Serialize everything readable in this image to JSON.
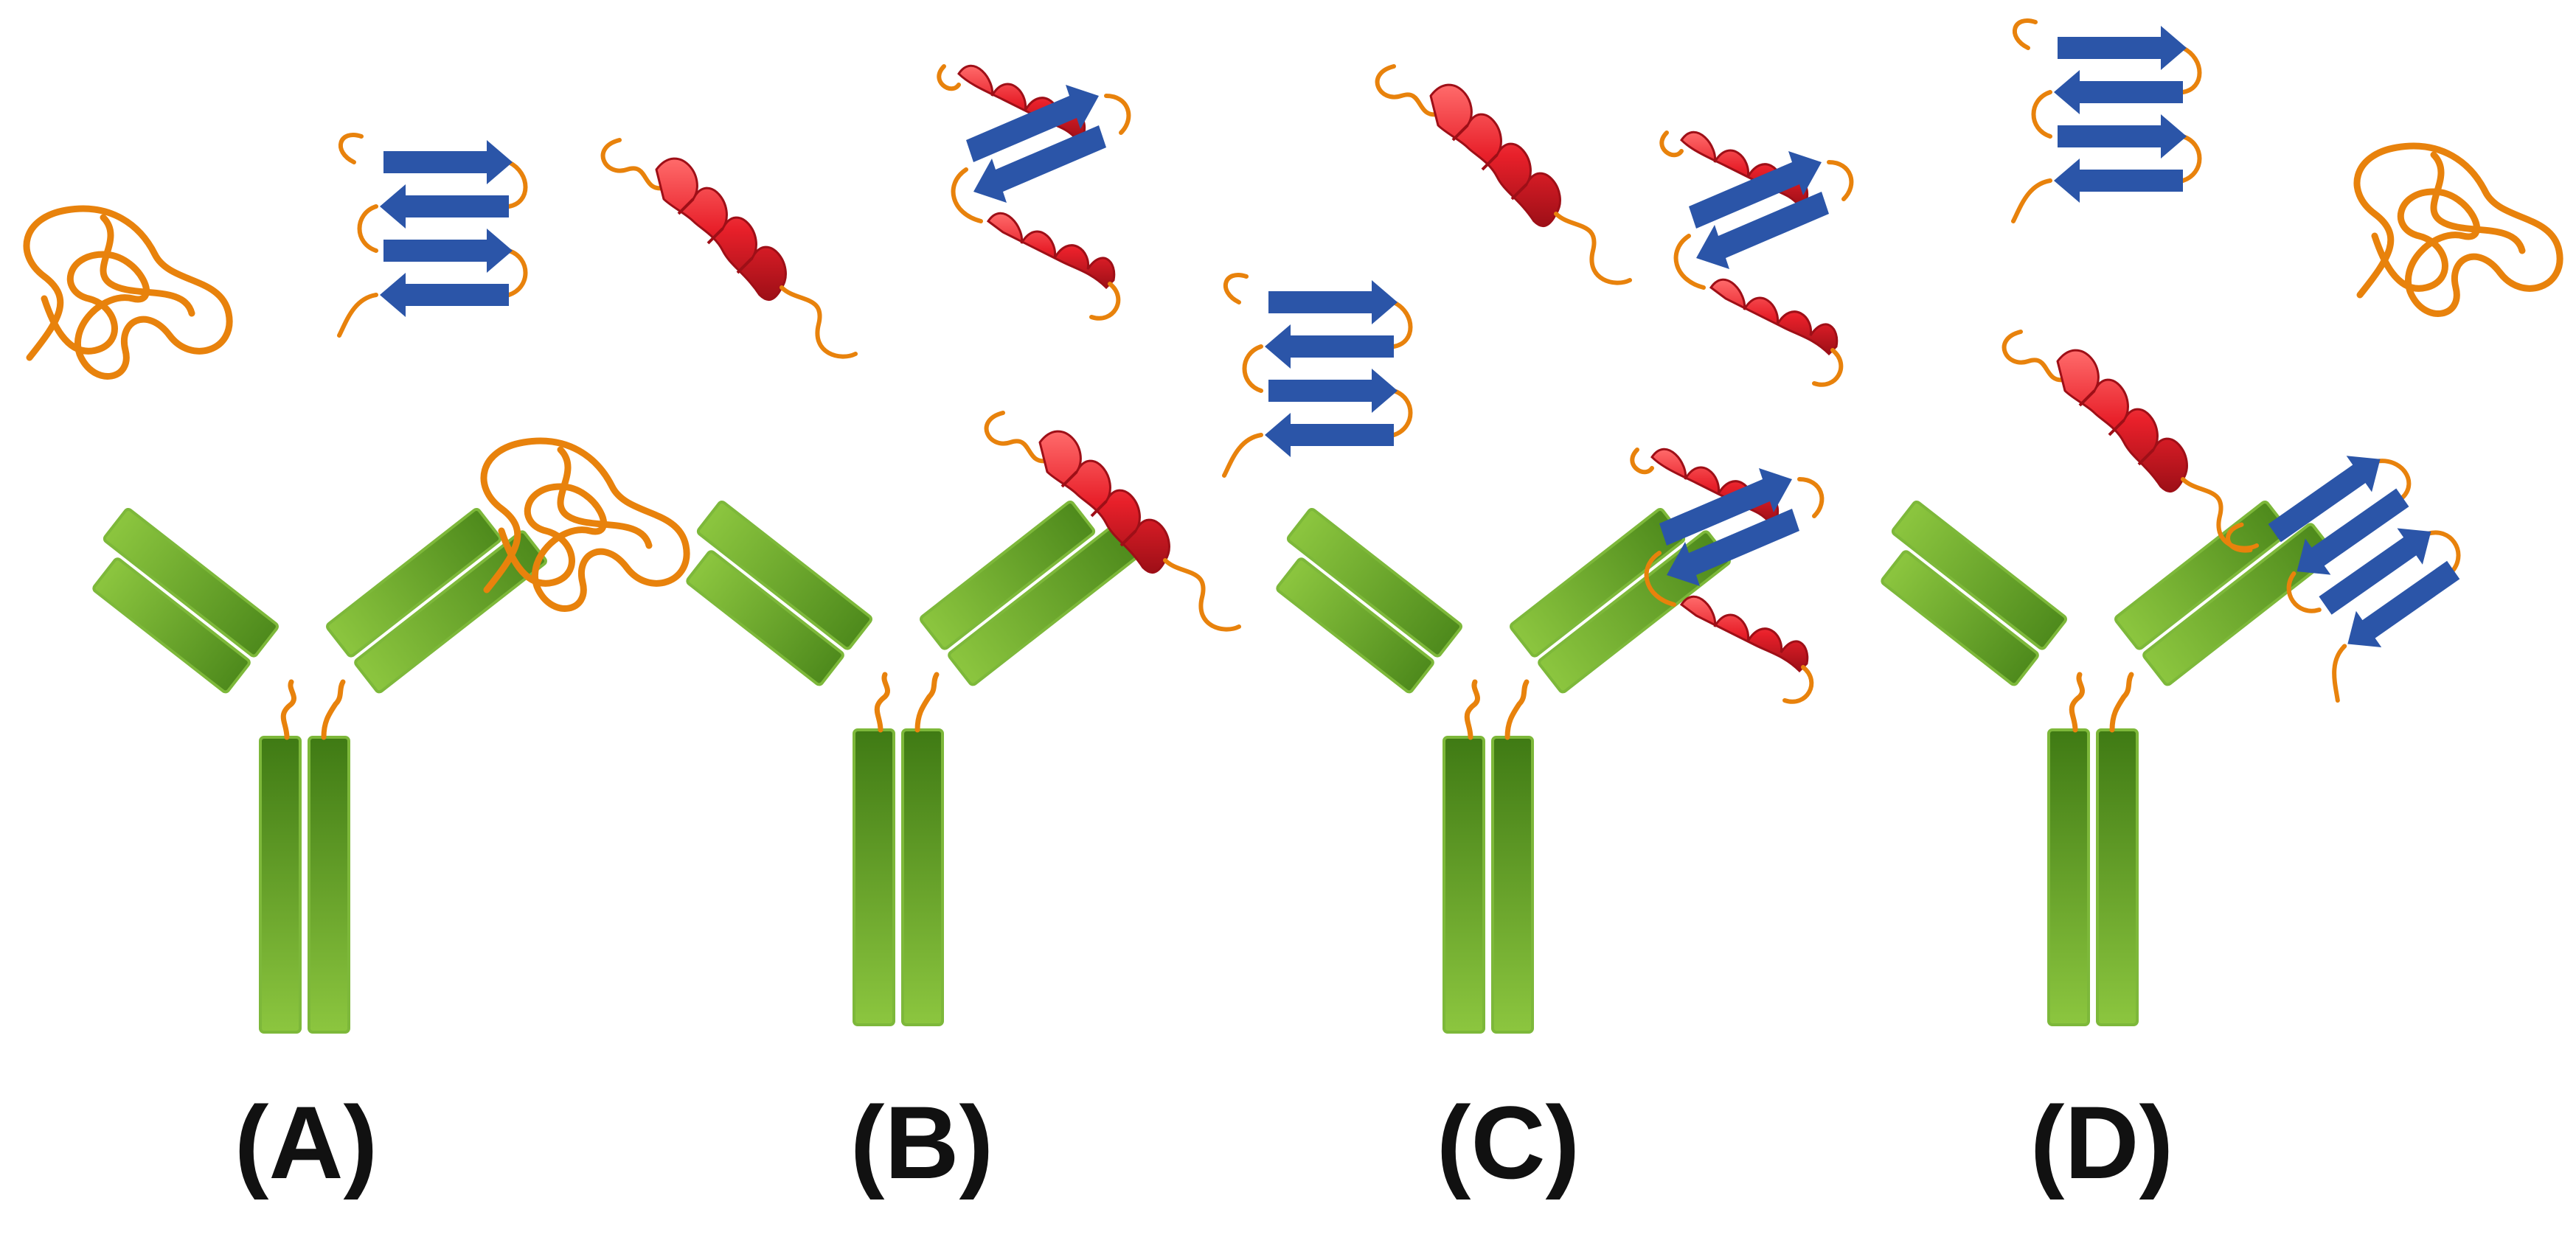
{
  "colors": {
    "antibody_light": "#8cc63f",
    "antibody_dark": "#4e8a1c",
    "coil": "#e8820c",
    "helix": "#e8202a",
    "helix_dark": "#a3111a",
    "strand": "#2b55a8"
  },
  "panels": [
    {
      "label": "(A)",
      "bound_epitope": "random-coil-icon"
    },
    {
      "label": "(B)",
      "bound_epitope": "alpha-helix-icon"
    },
    {
      "label": "(C)",
      "bound_epitope": "helix-sheet-fold-icon"
    },
    {
      "label": "(D)",
      "bound_epitope": "beta-sheet-icon"
    }
  ]
}
